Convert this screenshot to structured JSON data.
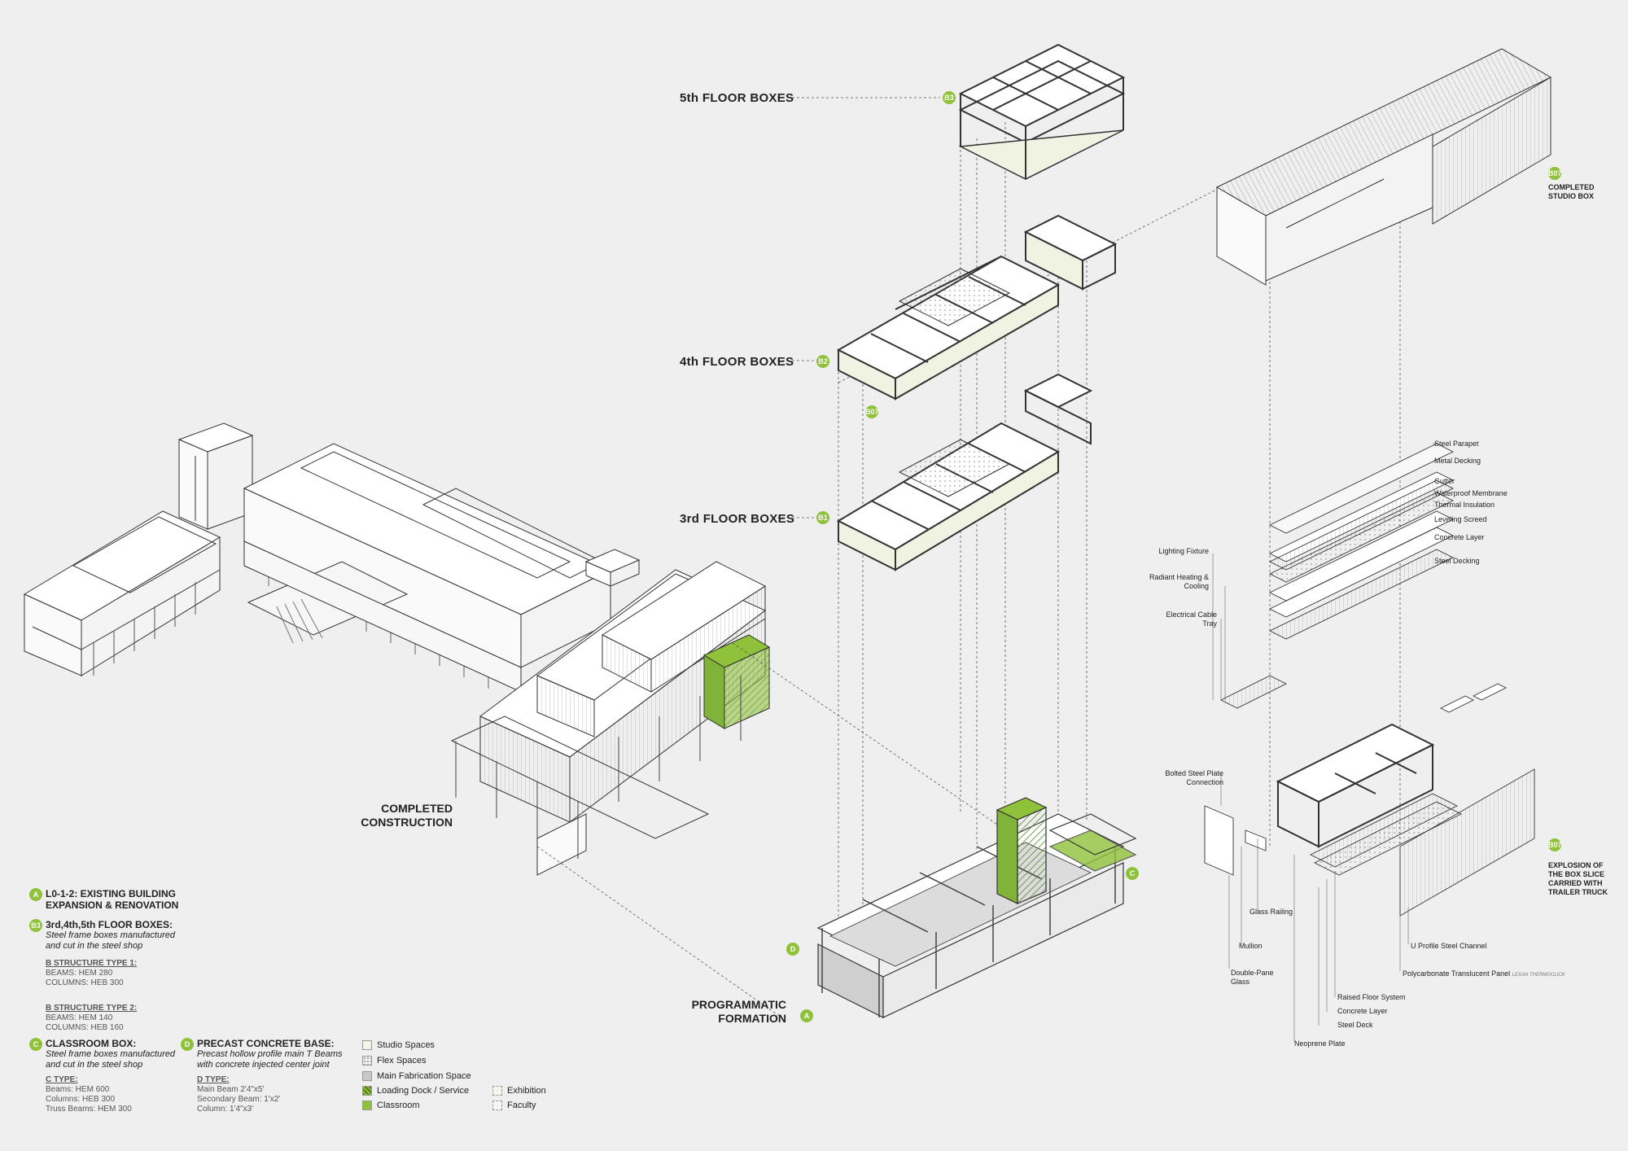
{
  "floor_labels": {
    "fifth": "5th FLOOR BOXES",
    "fourth": "4th FLOOR BOXES",
    "third": "3rd FLOOR BOXES"
  },
  "badges": {
    "b3": "B3",
    "b2": "B2",
    "b1": "B1",
    "b07a": "B07",
    "b07b": "B07",
    "b07c": "B07",
    "c": "C",
    "d": "D",
    "a": "A"
  },
  "completed_construction": [
    "COMPLETED",
    "CONSTRUCTION"
  ],
  "programmatic_formation": [
    "PROGRAMMATIC",
    "FORMATION"
  ],
  "completed_studio_box": [
    "COMPLETED",
    "STUDIO BOX"
  ],
  "explosion_label": [
    "EXPLOSION OF",
    "THE BOX SLICE",
    "CARRIED WITH",
    "TRAILER TRUCK"
  ],
  "layer_labels": {
    "steel_parapet": "Steel Parapet",
    "metal_decking": "Metal Decking",
    "gutter": "Gutter",
    "waterproof": "Waterproof Membrane",
    "thermal": "Thermal Insulation",
    "leveling": "Leveling Screed",
    "concrete": "Concrete Layer",
    "steel_decking": "Steel Decking",
    "lighting": "Lighting Fixture",
    "radiant": [
      "Radiant Heating &",
      "Cooling"
    ],
    "cable": [
      "Electrical Cable",
      "Tray"
    ],
    "bolted": [
      "Bolted Steel Plate",
      "Connection"
    ],
    "glass_railing": "Glass Railing",
    "mullion": "Mullion",
    "double_pane": [
      "Double-Pane",
      "Glass"
    ],
    "neoprene": "Neoprene Plate",
    "raised_floor": "Raised Floor System",
    "concrete2": "Concrete Layer",
    "steel_deck": "Steel Deck",
    "u_profile": "U Profile Steel Channel",
    "polycarbonate": "Polycarbonate Translucent Panel",
    "polycarbonate_brand": "LEXAN THERMOCLICK"
  },
  "legend": {
    "a_title": [
      "L0-1-2: EXISTING BUILDING",
      "EXPANSION & RENOVATION"
    ],
    "b_title": "3rd,4th,5th FLOOR BOXES:",
    "b_desc": [
      "Steel frame boxes manufactured",
      "and cut in the steel shop"
    ],
    "b_type1_title": "B STRUCTURE TYPE 1:",
    "b_type1": [
      "BEAMS: HEM 280",
      "COLUMNS: HEB 300"
    ],
    "b_type2_title": "B STRUCTURE TYPE 2:",
    "b_type2": [
      "BEAMS: HEM 140",
      "COLUMNS: HEB 160"
    ],
    "c_title": "CLASSROOM BOX:",
    "c_desc": [
      "Steel frame boxes manufactured",
      "and cut in the steel shop"
    ],
    "c_type_title": "C TYPE:",
    "c_type": [
      "Beams: HEM 600",
      "Columns: HEB 300",
      "Truss Beams: HEM 300"
    ],
    "d_title": "PRECAST CONCRETE BASE:",
    "d_desc": [
      "Precast hollow profile main T Beams",
      "with concrete injected center joint"
    ],
    "d_type_title": "D TYPE:",
    "d_type": [
      "Main Beam 2'4\"x5'",
      "Secondary Beam: 1'x2'",
      "Column: 1'4\"x3'"
    ]
  },
  "key": [
    {
      "label": "Studio Spaces",
      "color": "#f3f6e4"
    },
    {
      "label": "Flex Spaces",
      "color": "#f7f7f2"
    },
    {
      "label": "Main Fabrication Space",
      "color": "#c8c8c8"
    },
    {
      "label": "Loading Dock / Service",
      "color": "#7fb33a"
    },
    {
      "label": "Classroom",
      "color": "#8fc13b"
    },
    {
      "label": "Exhibition",
      "color": "#f5f5ec"
    },
    {
      "label": "Faculty",
      "color": "#f5f5f5"
    }
  ],
  "colors": {
    "accent": "#8fc13b",
    "line": "#333333"
  }
}
